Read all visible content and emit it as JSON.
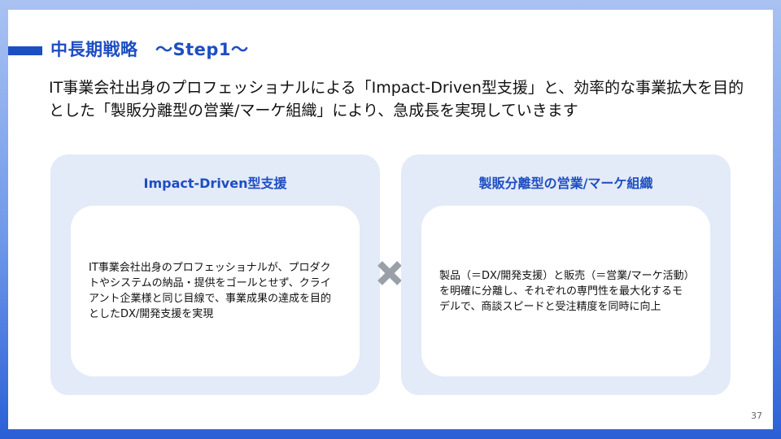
{
  "slide": {
    "title": "中長期戦略　～Step1～",
    "lead": "IT事業会社出身のプロフェッショナルによる「Impact-Driven型支援」と、効率的な事業拡大を目的とした「製販分離型の営業/マーケ組織」により、急成長を実現していきます",
    "page_number": "37"
  },
  "cards": [
    {
      "title": "Impact-Driven型支援",
      "body": "IT事業会社出身のプロフェッショナルが、プロダクトやシステムの納品・提供をゴールとせず、クライアント企業様と同じ目線で、事業成果の達成を目的としたDX/開発支援を実現"
    },
    {
      "title": "製販分離型の営業/マーケ組織",
      "body": "製品（＝DX/開発支援）と販売（＝営業/マーケ活動）を明確に分離し、それぞれの専門性を最大化するモデルで、商談スピードと受注精度を同時に向上"
    }
  ],
  "icons": {
    "combine": "times-icon"
  },
  "colors": {
    "accent": "#1d4ec2",
    "card_bg": "#e3eaf8",
    "icon": "#9aa0a8"
  }
}
